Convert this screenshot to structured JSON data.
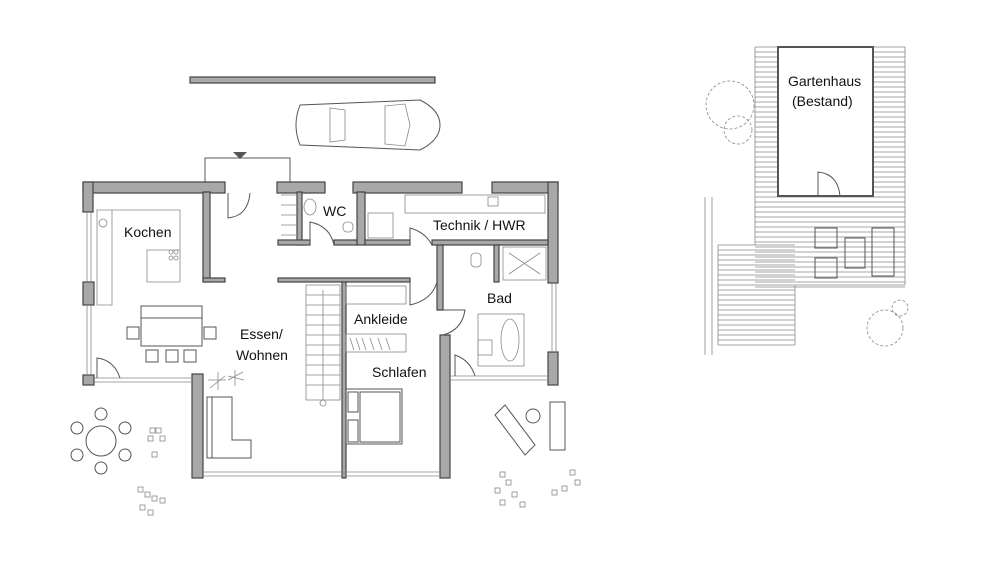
{
  "rooms": {
    "kochen": "Kochen",
    "wc": "WC",
    "technik": "Technik / HWR",
    "bad": "Bad",
    "ankleide": "Ankleide",
    "essen_line1": "Essen/",
    "essen_line2": "Wohnen",
    "schlafen": "Schlafen",
    "gartenhaus_line1": "Gartenhaus",
    "gartenhaus_line2": "(Bestand)"
  },
  "colors": {
    "wall": "#a8a8a8",
    "line": "#555555"
  }
}
